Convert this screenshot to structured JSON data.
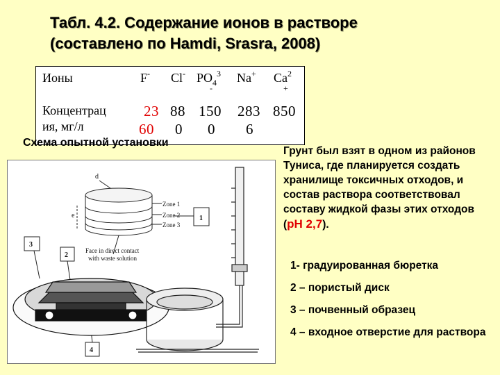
{
  "title": {
    "line1": "Табл. 4.2. Содержание ионов в растворе",
    "line2": "(составлено по Hamdi, Srasra, 2008)"
  },
  "table": {
    "row_header": "Ионы",
    "ions": [
      {
        "base": "F",
        "sup": "-"
      },
      {
        "base": "Cl",
        "sup": "-"
      },
      {
        "base": "PO",
        "sub": "4",
        "sup": "3",
        "sup2": "-"
      },
      {
        "base": "Na",
        "sup": "+"
      },
      {
        "base": "Ca",
        "sup": "2",
        "sup2": "+"
      }
    ],
    "row2_label_line1": "Концентрац",
    "row2_label_line2": "ия, мг/л",
    "values_line1": [
      "23",
      "88",
      "150",
      "283",
      "850"
    ],
    "values_line2": [
      "60",
      "0",
      "0",
      "6"
    ]
  },
  "scheme_caption": "Схема опытной установки",
  "figure": {
    "labels": [
      "d",
      "e",
      "Zone 1",
      "Zone 2",
      "Zone 3",
      "1",
      "2",
      "3",
      "4"
    ],
    "face_note": [
      "Face in direct contact",
      "with waste solution"
    ]
  },
  "description": {
    "text": "Грунт был взят в одном из районов Туниса, где планируется создать хранилище токсичных отходов, и состав раствора соответствовал составу жидкой фазы этих отходов (",
    "ph": "рН 2,7",
    "end": ")."
  },
  "legend": [
    "1- градуированная бюретка",
    "2 – пористый диск",
    "3 – почвенный образец",
    "4 – входное отверстие для раствора"
  ]
}
